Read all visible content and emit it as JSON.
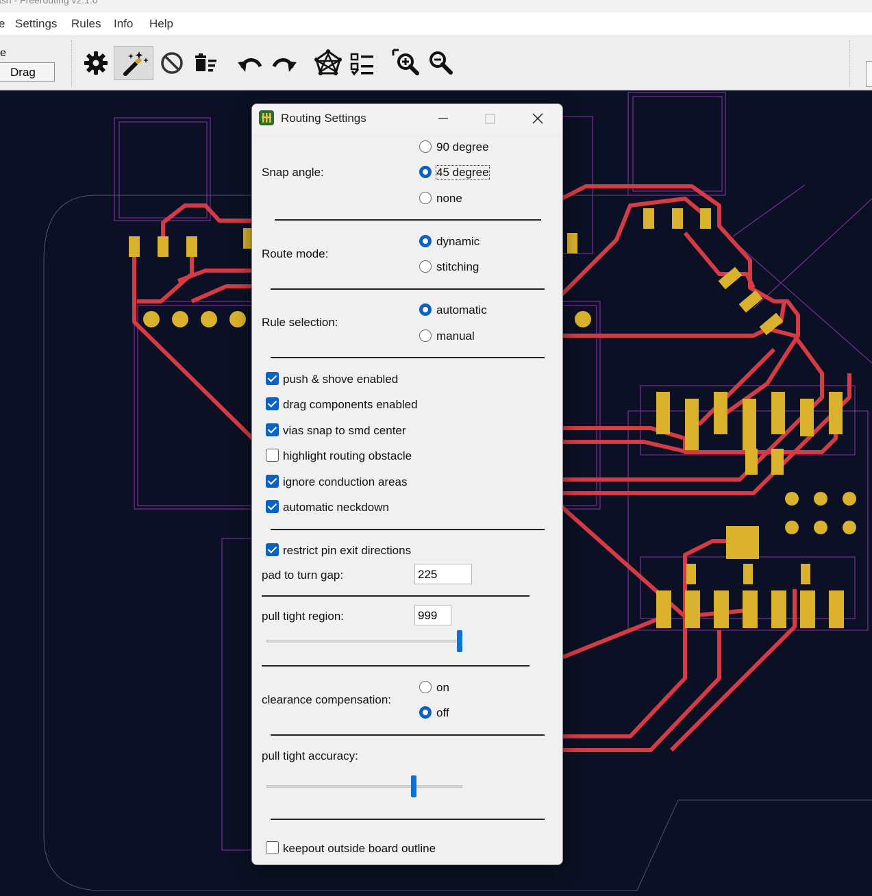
{
  "window": {
    "title_fragment": "ash - Freerouting v2.1.0"
  },
  "menu": {
    "items": [
      "e",
      "Settings",
      "Rules",
      "Info",
      "Help"
    ]
  },
  "toolbar": {
    "mode_label": "e",
    "drag_label": "Drag",
    "icons": [
      "gear-icon",
      "magic-wand-icon",
      "cancel-icon",
      "delete-icon",
      "undo-icon",
      "redo-icon",
      "autoroute-icon",
      "checklist-icon",
      "zoom-in-icon",
      "zoom-out-icon"
    ]
  },
  "dialog": {
    "title": "Routing Settings",
    "snap_angle": {
      "label": "Snap angle:",
      "options": [
        "90 degree",
        "45 degree",
        "none"
      ],
      "selected": "45 degree"
    },
    "route_mode": {
      "label": "Route mode:",
      "options": [
        "dynamic",
        "stitching"
      ],
      "selected": "dynamic"
    },
    "rule_selection": {
      "label": "Rule selection:",
      "options": [
        "automatic",
        "manual"
      ],
      "selected": "automatic"
    },
    "checks": [
      {
        "label": "push & shove enabled",
        "checked": true
      },
      {
        "label": "drag components enabled",
        "checked": true
      },
      {
        "label": "vias snap to smd center",
        "checked": true
      },
      {
        "label": "highlight routing obstacle",
        "checked": false
      },
      {
        "label": "ignore conduction areas",
        "checked": true
      },
      {
        "label": "automatic neckdown",
        "checked": true
      }
    ],
    "restrict": {
      "label": "restrict pin exit directions",
      "checked": true
    },
    "pad_to_turn_gap": {
      "label": "pad to turn gap:",
      "value": "225"
    },
    "pull_tight_region": {
      "label": "pull tight region:",
      "value": "999",
      "slider_fraction": 1.0
    },
    "clearance_compensation": {
      "label": "clearance compensation:",
      "options": [
        "on",
        "off"
      ],
      "selected": "off"
    },
    "pull_tight_accuracy": {
      "label": "pull tight accuracy:",
      "slider_fraction": 0.76
    },
    "keepout": {
      "label": "keepout outside board outline",
      "checked": false
    }
  },
  "colors": {
    "board_bg": "#0b1024",
    "trace": "#d63a44",
    "pad": "#d9b12c",
    "outline": "#8c3aa8",
    "accent": "#0a62c4"
  }
}
